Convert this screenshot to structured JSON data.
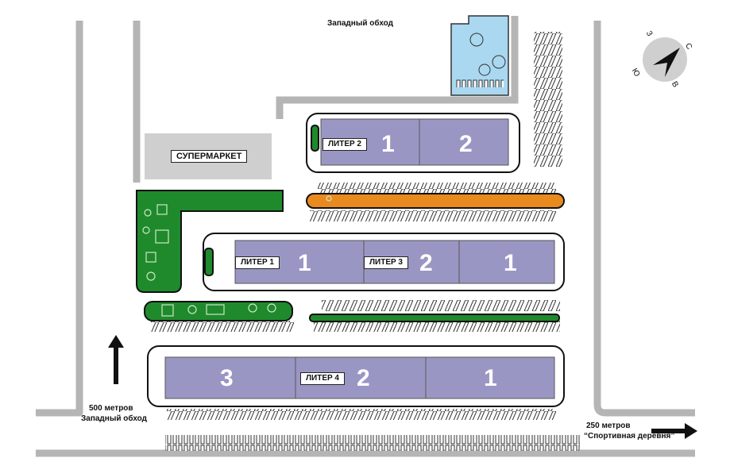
{
  "roads": {
    "top_label": "Западный обход",
    "left_distance": "500 метров",
    "left_destination": "Западный обход",
    "right_distance": "250 метров",
    "right_destination": "“Спортивная деревня”"
  },
  "supermarket": {
    "label": "СУПЕРМАРКЕТ"
  },
  "compass": {
    "north": "С",
    "south": "Ю",
    "west": "З",
    "east": "В"
  },
  "buildings": {
    "liter2": {
      "tag": "ЛИТЕР 2",
      "sections": [
        "1",
        "2"
      ]
    },
    "liter1": {
      "tag": "ЛИТЕР 1",
      "sections": [
        "1"
      ]
    },
    "liter3": {
      "tag": "ЛИТЕР 3",
      "sections": [
        "2",
        "1"
      ]
    },
    "liter4": {
      "tag": "ЛИТЕР 4",
      "sections": [
        "3",
        "2",
        "1"
      ]
    }
  },
  "colors": {
    "road": "#b5b5b5",
    "building": "#9a96c4",
    "green": "#1e8a2c",
    "orange": "#e98a1e",
    "water": "#a9d8f0",
    "supermarket": "#cfcfcf"
  },
  "icons": [
    "compass-icon",
    "arrow-up-icon",
    "arrow-right-icon",
    "parking-icon",
    "playground-icon"
  ]
}
